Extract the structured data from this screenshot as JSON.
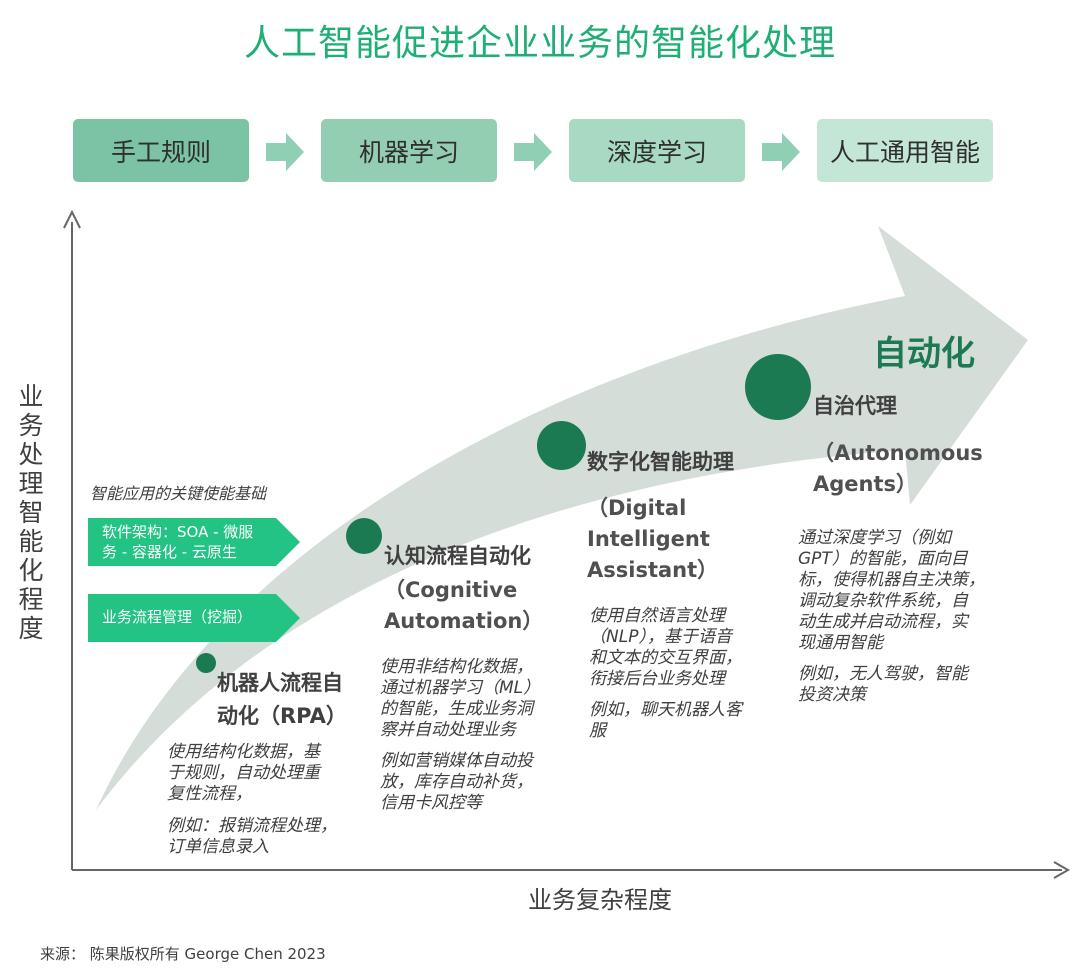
{
  "title": "人工智能促进企业业务的智能化处理",
  "stages": [
    "手工规则",
    "机器学习",
    "深度学习",
    "人工通用智能"
  ],
  "colors": {
    "title": "#1faf74",
    "stage_fills": [
      "#7bc3a4",
      "#93ceb3",
      "#a8d9c3",
      "#c4e6d6"
    ],
    "stage_arrow": "#8fd0b4",
    "big_arrow": "#d5ddd8",
    "node": "#1b7a52",
    "enabler": "#22c383"
  },
  "axes": {
    "y_label": "业务处理智能化程度",
    "x_label": "业务复杂程度"
  },
  "enablers": {
    "title": "智能应用的关键使能基础",
    "items": [
      {
        "line1": "软件架构：SOA - 微服",
        "line2": "务 - 容器化 - 云原生"
      },
      {
        "line1": "业务流程管理（挖掘）",
        "line2": ""
      }
    ]
  },
  "automation_label": "自动化",
  "nodes": [
    {
      "name_lines": [
        "机器人流程自",
        "动化（RPA）"
      ],
      "en_lines": [],
      "desc1_lines": [
        "使用结构化数据，基",
        "于规则，自动处理重",
        "复性流程，"
      ],
      "desc2_lines": [
        "例如：报销流程处理，",
        "订单信息录入"
      ]
    },
    {
      "name_lines": [
        "认知流程自动化"
      ],
      "en_lines": [
        "（Cognitive",
        "Automation）"
      ],
      "desc1_lines": [
        "使用非结构化数据，",
        "通过机器学习（ML）",
        "的智能，生成业务洞",
        "察并自动处理业务"
      ],
      "desc2_lines": [
        "例如营销媒体自动投",
        "放，库存自动补货，",
        "信用卡风控等"
      ]
    },
    {
      "name_lines": [
        "数字化智能助理"
      ],
      "en_lines": [
        "（Digital",
        "Intelligent",
        "Assistant）"
      ],
      "desc1_lines": [
        "使用自然语言处理",
        "（NLP），基于语音",
        "和文本的交互界面，",
        "衔接后台业务处理"
      ],
      "desc2_lines": [
        "例如，聊天机器人客",
        "服"
      ]
    },
    {
      "name_lines": [
        "自治代理"
      ],
      "en_lines": [
        "（Autonomous",
        "Agents）"
      ],
      "desc1_lines": [
        "通过深度学习（例如",
        "GPT）的智能，面向目",
        "标，使得机器自主决策，",
        "调动复杂软件系统，自",
        "动生成并启动流程，实",
        "现通用智能"
      ],
      "desc2_lines": [
        "例如，无人驾驶，智能",
        "投资决策"
      ]
    }
  ],
  "source": "来源： 陈果版权所有 George Chen 2023"
}
